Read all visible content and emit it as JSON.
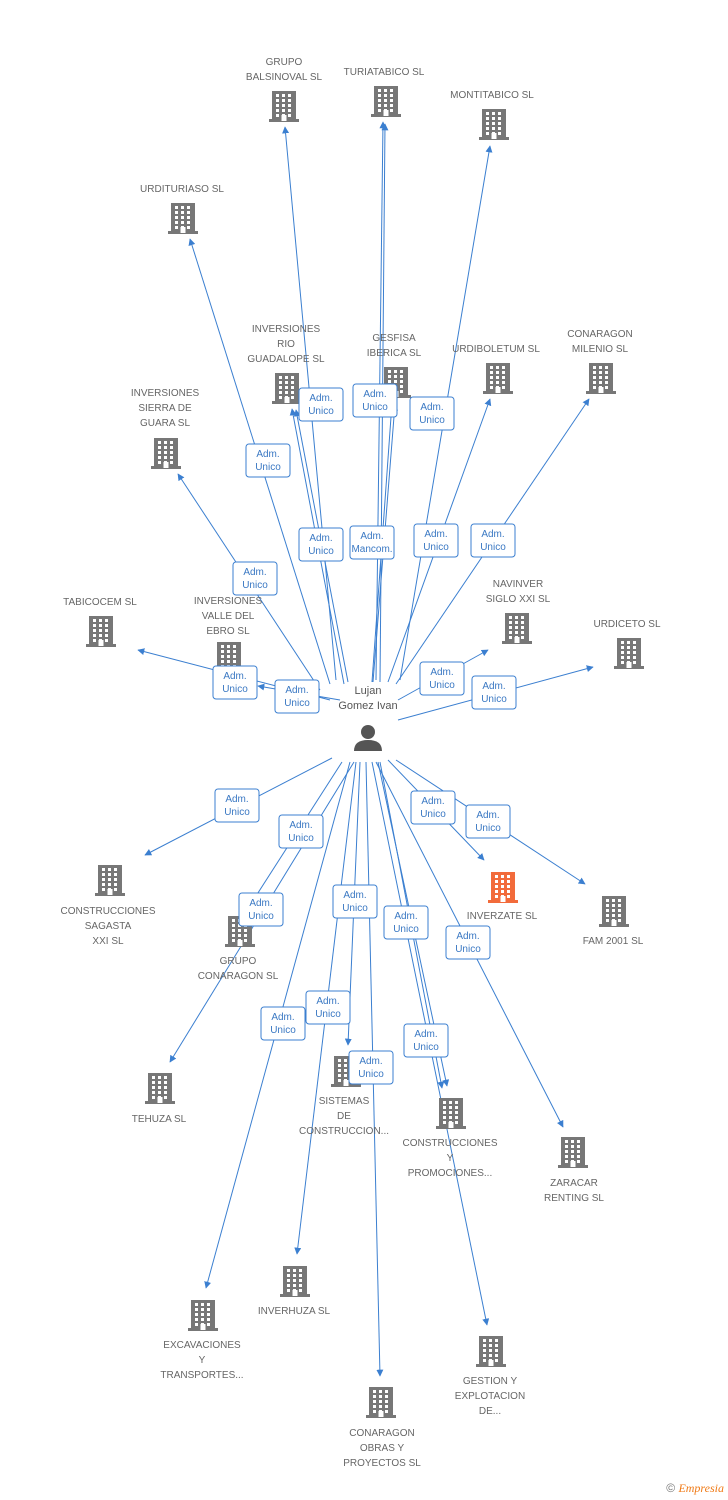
{
  "colors": {
    "edge": "#3b7fd0",
    "building": "#777777",
    "highlight": "#f26b3b",
    "person": "#555555"
  },
  "center": {
    "label": [
      "Lujan",
      "Gomez Ivan"
    ],
    "icon": "person-icon"
  },
  "nodes": [
    {
      "id": "grupo-balsinoval",
      "label": [
        "GRUPO",
        "BALSINOVAL SL"
      ],
      "highlight": false
    },
    {
      "id": "turiatabico",
      "label": [
        "TURIATABICO SL"
      ],
      "highlight": false
    },
    {
      "id": "montitabico",
      "label": [
        "MONTITABICO SL"
      ],
      "highlight": false
    },
    {
      "id": "urdituriaso",
      "label": [
        "URDITURIASO SL"
      ],
      "highlight": false
    },
    {
      "id": "inversiones-rio-guadalope",
      "label": [
        "INVERSIONES",
        "RIO",
        "GUADALOPE SL"
      ],
      "highlight": false
    },
    {
      "id": "gesfisa-iberica",
      "label": [
        "GESFISA",
        "IBERICA SL"
      ],
      "highlight": false
    },
    {
      "id": "urdiboletum",
      "label": [
        "URDIBOLETUM SL"
      ],
      "highlight": false
    },
    {
      "id": "conaragon-milenio",
      "label": [
        "CONARAGON",
        "MILENIO SL"
      ],
      "highlight": false
    },
    {
      "id": "inversiones-sierra-de-guara",
      "label": [
        "INVERSIONES",
        "SIERRA DE",
        "GUARA SL"
      ],
      "highlight": false
    },
    {
      "id": "tabicocem",
      "label": [
        "TABICOCEM SL"
      ],
      "highlight": false
    },
    {
      "id": "inversiones-valle-del-ebro",
      "label": [
        "INVERSIONES",
        "VALLE DEL",
        "EBRO SL"
      ],
      "highlight": false
    },
    {
      "id": "navinver-siglo-xxi",
      "label": [
        "NAVINVER",
        "SIGLO XXI SL"
      ],
      "highlight": false
    },
    {
      "id": "urdiceto",
      "label": [
        "URDICETO SL"
      ],
      "highlight": false
    },
    {
      "id": "construcciones-sagasta",
      "label": [
        "CONSTRUCCIONES",
        "SAGASTA",
        "XXI SL"
      ],
      "highlight": false
    },
    {
      "id": "grupo-conaragon",
      "label": [
        "GRUPO",
        "CONARAGON SL"
      ],
      "highlight": false
    },
    {
      "id": "inverzate",
      "label": [
        "INVERZATE SL"
      ],
      "highlight": true
    },
    {
      "id": "fam-2001",
      "label": [
        "FAM 2001 SL"
      ],
      "highlight": false
    },
    {
      "id": "tehuza",
      "label": [
        "TEHUZA SL"
      ],
      "highlight": false
    },
    {
      "id": "sistemas-de-construccion",
      "label": [
        "SISTEMAS",
        "DE",
        "CONSTRUCCION..."
      ],
      "highlight": false
    },
    {
      "id": "construcciones-y-promociones",
      "label": [
        "CONSTRUCCIONES",
        "Y",
        "PROMOCIONES..."
      ],
      "highlight": false
    },
    {
      "id": "zaracar-renting",
      "label": [
        "ZARACAR",
        "RENTING SL"
      ],
      "highlight": false
    },
    {
      "id": "inverhuza",
      "label": [
        "INVERHUZA SL"
      ],
      "highlight": false
    },
    {
      "id": "excavaciones-y-transportes",
      "label": [
        "EXCAVACIONES",
        "Y",
        "TRANSPORTES..."
      ],
      "highlight": false
    },
    {
      "id": "gestion-y-explotacion",
      "label": [
        "GESTION Y",
        "EXPLOTACION",
        "DE..."
      ],
      "highlight": false
    },
    {
      "id": "conaragon-obras-y-proyectos",
      "label": [
        "CONARAGON",
        "OBRAS Y",
        "PROYECTOS SL"
      ],
      "highlight": false
    }
  ],
  "edges": [
    {
      "target": "grupo-balsinoval",
      "role": [
        "Adm.",
        "Unico"
      ]
    },
    {
      "target": "turiatabico",
      "role": [
        "Adm.",
        "Unico"
      ]
    },
    {
      "target": "montitabico",
      "role": [
        "Adm.",
        "Unico"
      ]
    },
    {
      "target": "urdituriaso",
      "role": [
        "Adm.",
        "Unico"
      ]
    },
    {
      "target": "inversiones-rio-guadalope",
      "role": [
        "Adm.",
        "Unico"
      ]
    },
    {
      "target": "gesfisa-iberica",
      "role": [
        "Adm.",
        "Mancom."
      ]
    },
    {
      "target": "urdiboletum",
      "role": [
        "Adm.",
        "Unico"
      ]
    },
    {
      "target": "conaragon-milenio",
      "role": [
        "Adm.",
        "Unico"
      ]
    },
    {
      "target": "inversiones-sierra-de-guara",
      "role": [
        "Adm.",
        "Unico"
      ]
    },
    {
      "target": "tabicocem",
      "role": [
        "Adm.",
        "Unico"
      ]
    },
    {
      "target": "inversiones-valle-del-ebro",
      "role": [
        "Adm.",
        "Unico"
      ]
    },
    {
      "target": "navinver-siglo-xxi",
      "role": [
        "Adm.",
        "Unico"
      ]
    },
    {
      "target": "urdiceto",
      "role": [
        "Adm.",
        "Unico"
      ]
    },
    {
      "target": "construcciones-sagasta",
      "role": [
        "Adm.",
        "Unico"
      ]
    },
    {
      "target": "grupo-conaragon",
      "role": [
        "Adm.",
        "Unico"
      ]
    },
    {
      "target": "inverzate",
      "role": [
        "Adm.",
        "Unico"
      ]
    },
    {
      "target": "fam-2001",
      "role": [
        "Adm.",
        "Unico"
      ]
    },
    {
      "target": "tehuza",
      "role": [
        "Adm.",
        "Unico"
      ]
    },
    {
      "target": "sistemas-de-construccion",
      "role": [
        "Adm.",
        "Unico"
      ]
    },
    {
      "target": "construcciones-y-promociones",
      "role": [
        "Adm.",
        "Unico"
      ]
    },
    {
      "target": "zaracar-renting",
      "role": [
        "Adm.",
        "Unico"
      ]
    },
    {
      "target": "inverhuza",
      "role": [
        "Adm.",
        "Unico"
      ]
    },
    {
      "target": "excavaciones-y-transportes",
      "role": [
        "Adm.",
        "Unico"
      ]
    },
    {
      "target": "gestion-y-explotacion",
      "role": [
        "Adm.",
        "Unico"
      ]
    },
    {
      "target": "conaragon-obras-y-proyectos",
      "role": [
        "Adm.",
        "Unico"
      ]
    },
    {
      "target": "gesfisa-iberica",
      "role": [
        "Adm.",
        "Unico"
      ]
    },
    {
      "target": "turiatabico",
      "role": [
        "Adm.",
        "Unico"
      ]
    },
    {
      "target": "inversiones-rio-guadalope",
      "role": [
        "Adm.",
        "Unico"
      ]
    },
    {
      "target": "construcciones-y-promociones",
      "role": [
        "Adm.",
        "Unico"
      ]
    }
  ],
  "footer": {
    "copyright": "©",
    "brand": "Empresia"
  }
}
